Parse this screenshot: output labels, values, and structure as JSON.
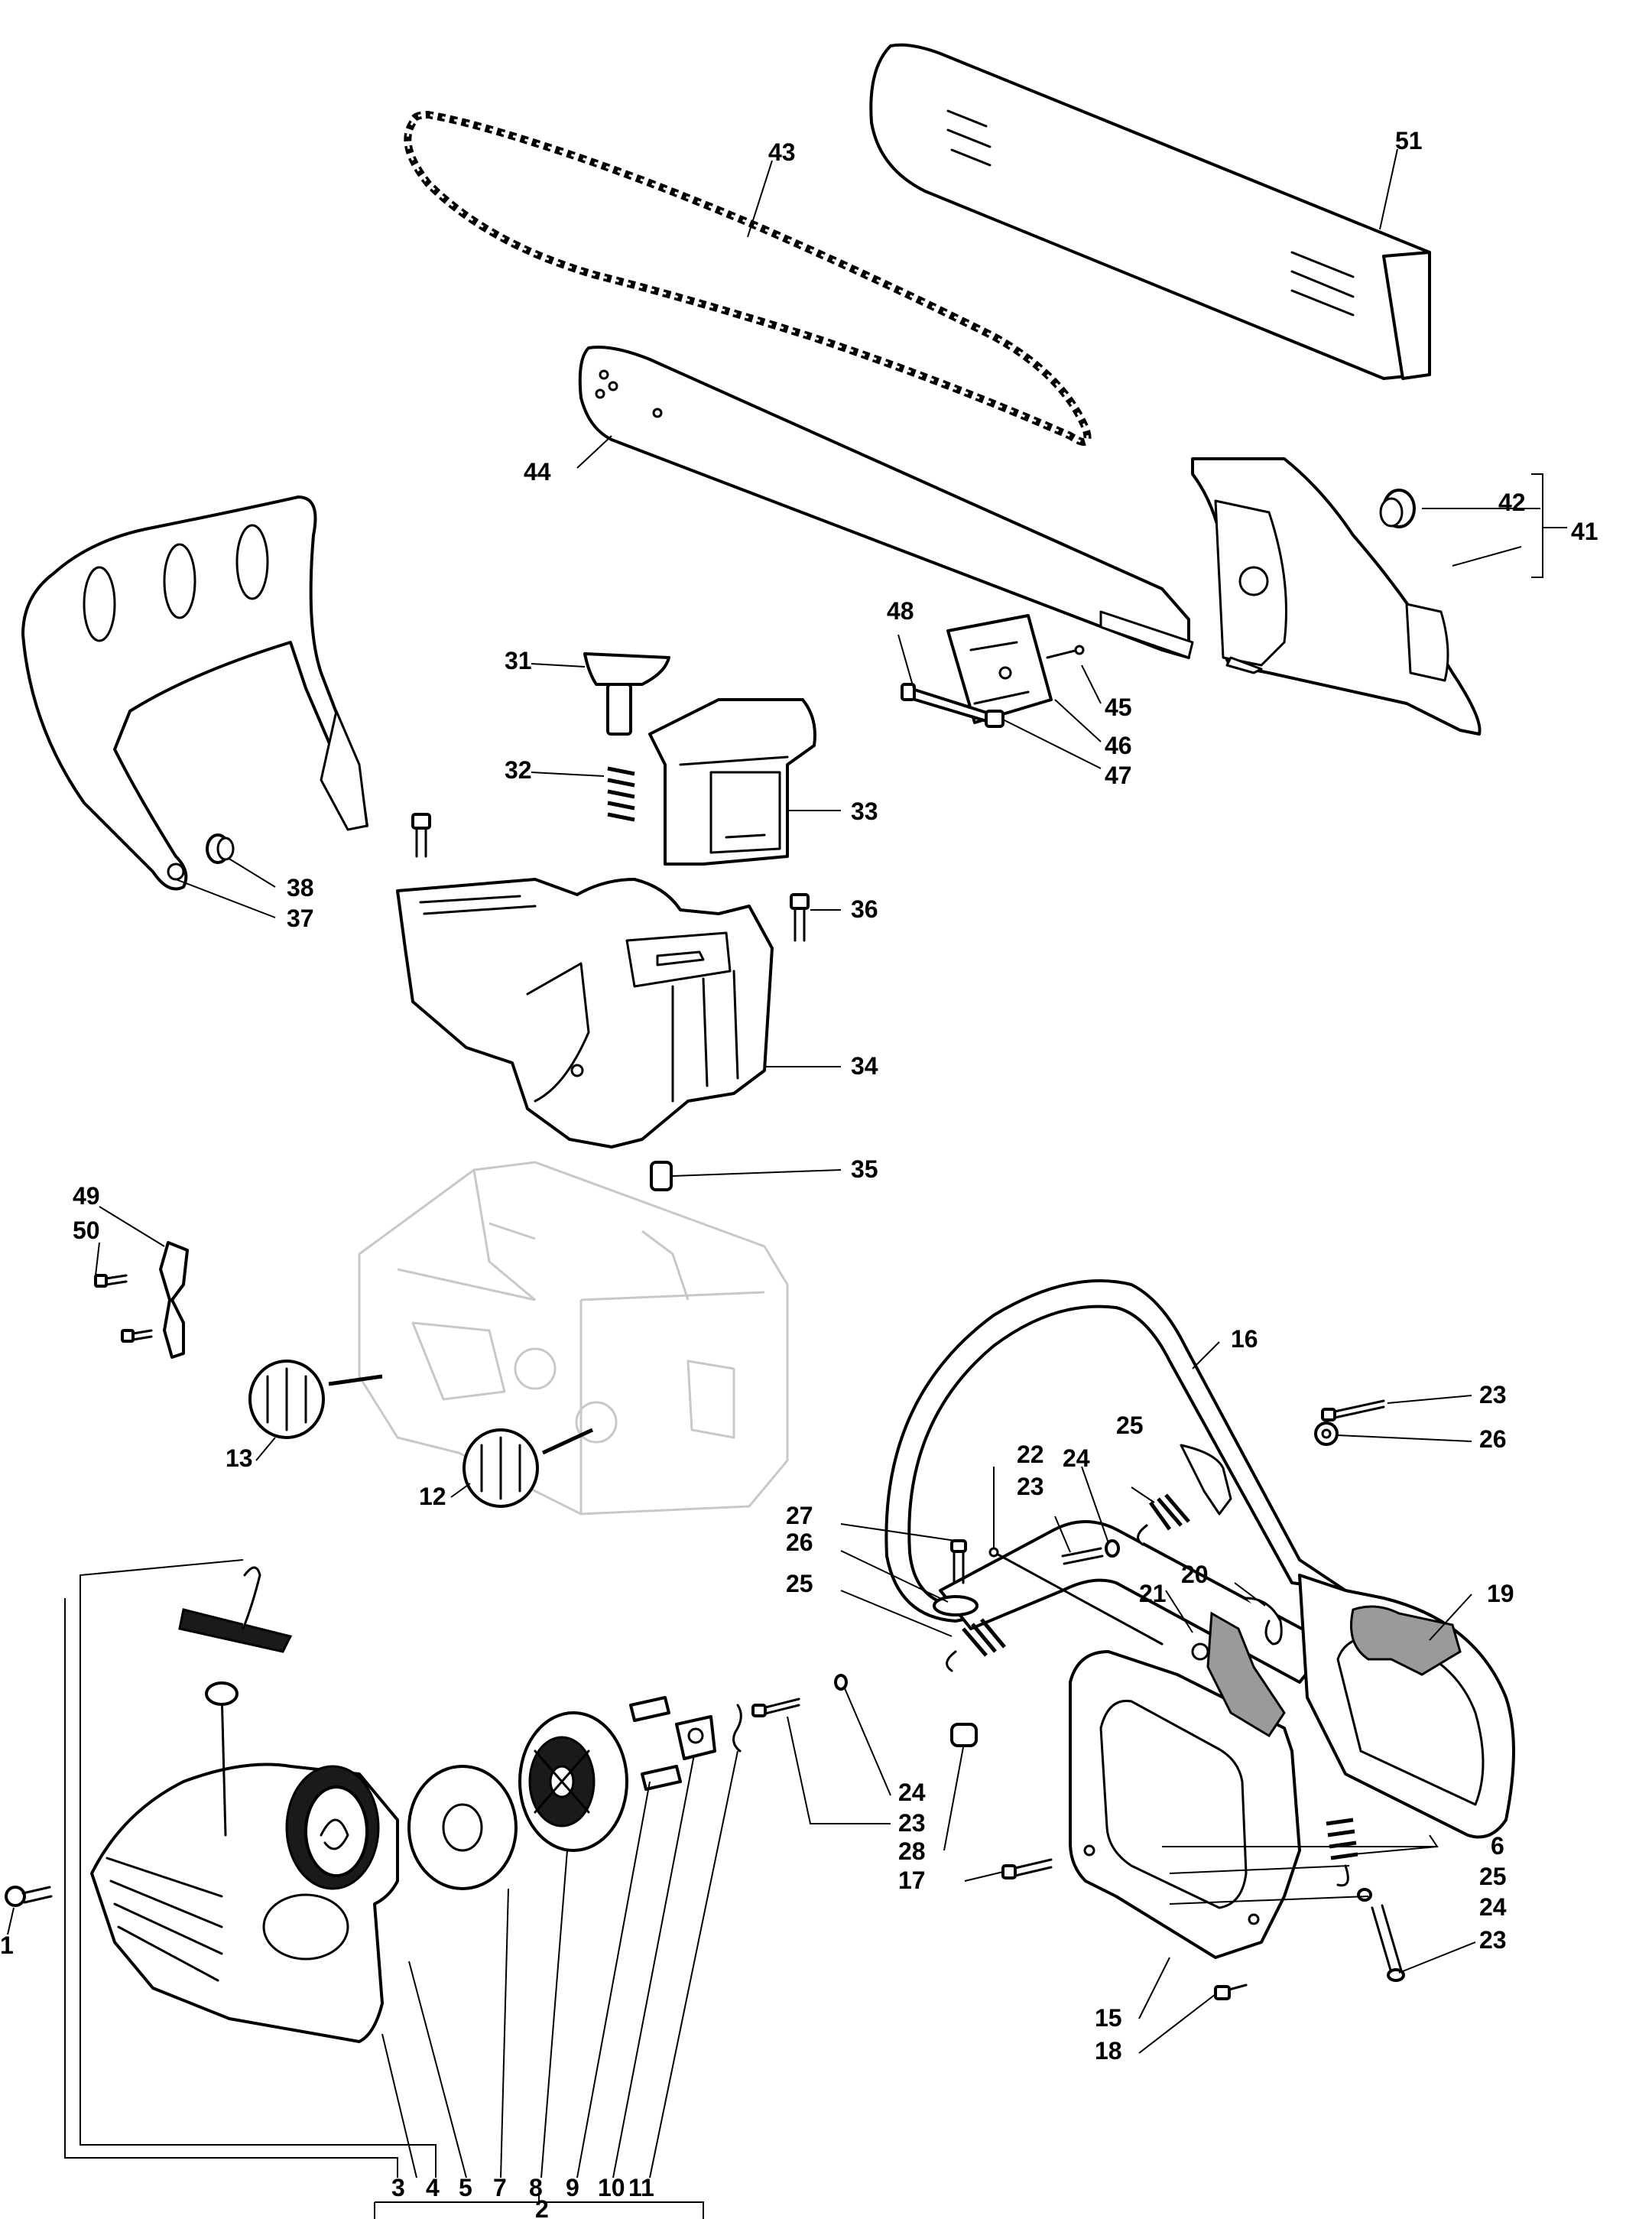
{
  "labels": {
    "l1": "1",
    "l2": "2",
    "l3": "3",
    "l4": "4",
    "l5": "5",
    "l6": "6",
    "l7": "7",
    "l8": "8",
    "l9": "9",
    "l10": "10",
    "l11": "11",
    "l12": "12",
    "l13": "13",
    "l15": "15",
    "l16": "16",
    "l17": "17",
    "l18": "18",
    "l19": "19",
    "l20": "20",
    "l21": "21",
    "l22": "22",
    "l23a": "23",
    "l23b": "23",
    "l23c": "23",
    "l23d": "23",
    "l24a": "24",
    "l24b": "24",
    "l24c": "24",
    "l25a": "25",
    "l25b": "25",
    "l25c": "25",
    "l26a": "26",
    "l26b": "26",
    "l27": "27",
    "l28": "28",
    "l31": "31",
    "l32": "32",
    "l33": "33",
    "l34": "34",
    "l35": "35",
    "l36": "36",
    "l37": "37",
    "l38": "38",
    "l41": "41",
    "l42": "42",
    "l43": "43",
    "l44": "44",
    "l45": "45",
    "l46": "46",
    "l47": "47",
    "l48": "48",
    "l49": "49",
    "l50": "50",
    "l51": "51"
  },
  "colors": {
    "line": "#000000",
    "ghost": "#c8c8c8",
    "background": "#ffffff",
    "trigger": "#9a9a9a"
  }
}
